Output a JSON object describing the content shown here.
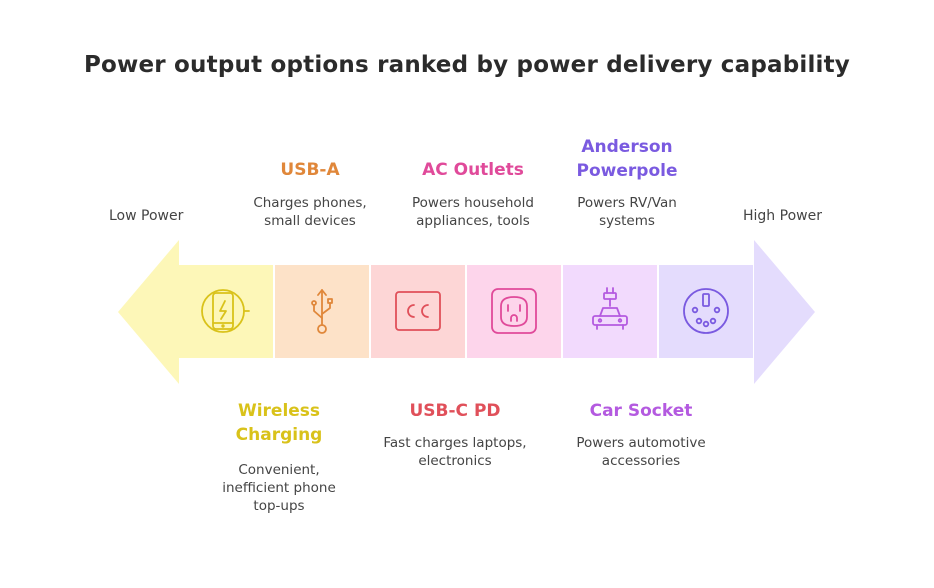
{
  "title": "Power output options ranked by power delivery capability",
  "scale": {
    "low_label": "Low Power",
    "high_label": "High Power"
  },
  "items": [
    {
      "name": "Wireless Charging",
      "description": "Convenient, inefficient phone top-ups",
      "color": "#d9c21a",
      "tile_color": "#fdf7b8",
      "icon": "wireless-charging-phone-icon"
    },
    {
      "name": "USB-A",
      "description": "Charges phones, small devices",
      "color": "#e0873a",
      "tile_color": "#fde2c8",
      "icon": "usb-icon"
    },
    {
      "name": "USB-C PD",
      "description": "Fast charges laptops, electronics",
      "color": "#e0505a",
      "tile_color": "#fdd6d6",
      "icon": "usb-c-port-icon"
    },
    {
      "name": "AC Outlets",
      "description": "Powers household appliances, tools",
      "color": "#e04a9a",
      "tile_color": "#fdd5eb",
      "icon": "power-outlet-icon"
    },
    {
      "name": "Car Socket",
      "description": "Powers automotive accessories",
      "color": "#b45ae0",
      "tile_color": "#f2dafd",
      "icon": "car-plug-icon"
    },
    {
      "name": "Anderson Powerpole",
      "description": "Powers RV/Van systems",
      "color": "#7a5ae0",
      "tile_color": "#e4dcfd",
      "icon": "multi-pin-connector-icon"
    }
  ],
  "colors": {
    "left_arrow": "#fdf7b8",
    "right_arrow": "#e4dcfd"
  }
}
